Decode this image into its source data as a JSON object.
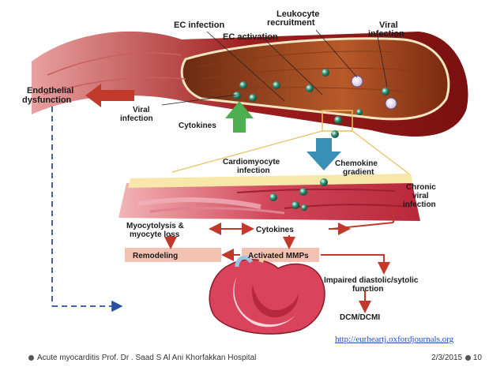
{
  "diagram": {
    "labels": {
      "ec_infection": "EC infection",
      "leukocyte_1": "Leukocyte",
      "leukocyte_2": "recruitment",
      "viral_top_1": "Viral",
      "viral_top_2": "infection",
      "ec_activation": "EC activation",
      "endothelial_1": "Endothelial",
      "endothelial_2": "dysfunction",
      "viral_left_1": "Viral",
      "viral_left_2": "infection",
      "cytokines_top": "Cytokines",
      "cardio_1": "Cardiomyocyte",
      "cardio_2": "infection",
      "chemokine_1": "Chemokine",
      "chemokine_2": "gradient",
      "chronic_1": "Chronic",
      "chronic_2": "viral",
      "chronic_3": "infection",
      "myocytolysis_1": "Myocytolysis &",
      "myocytolysis_2": "myocyte loss",
      "cytokines_mid": "Cytokines",
      "remodeling": "Remodeling",
      "activated_mmps": "Activated MMPs",
      "impaired_1": "Impaired diastolic/sytolic",
      "impaired_2": "function",
      "dcm": "DCM/DCMI"
    },
    "colors": {
      "vessel_outer": "#8b1a1a",
      "vessel_inner": "#c0392b",
      "arrow_red": "#c0392b",
      "arrow_green": "#4caf50",
      "arrow_blue": "#3a8fb7",
      "dash_blue": "#2a4fa0",
      "box_fill": "#f4c2b2"
    }
  },
  "source_link": "http://eurheartj.oxfordjournals.org",
  "footer": {
    "left": "Acute myocarditis Prof. Dr . Saad S Al Ani  Khorfakkan Hospital",
    "right": "2/3/2015",
    "page": "10"
  }
}
